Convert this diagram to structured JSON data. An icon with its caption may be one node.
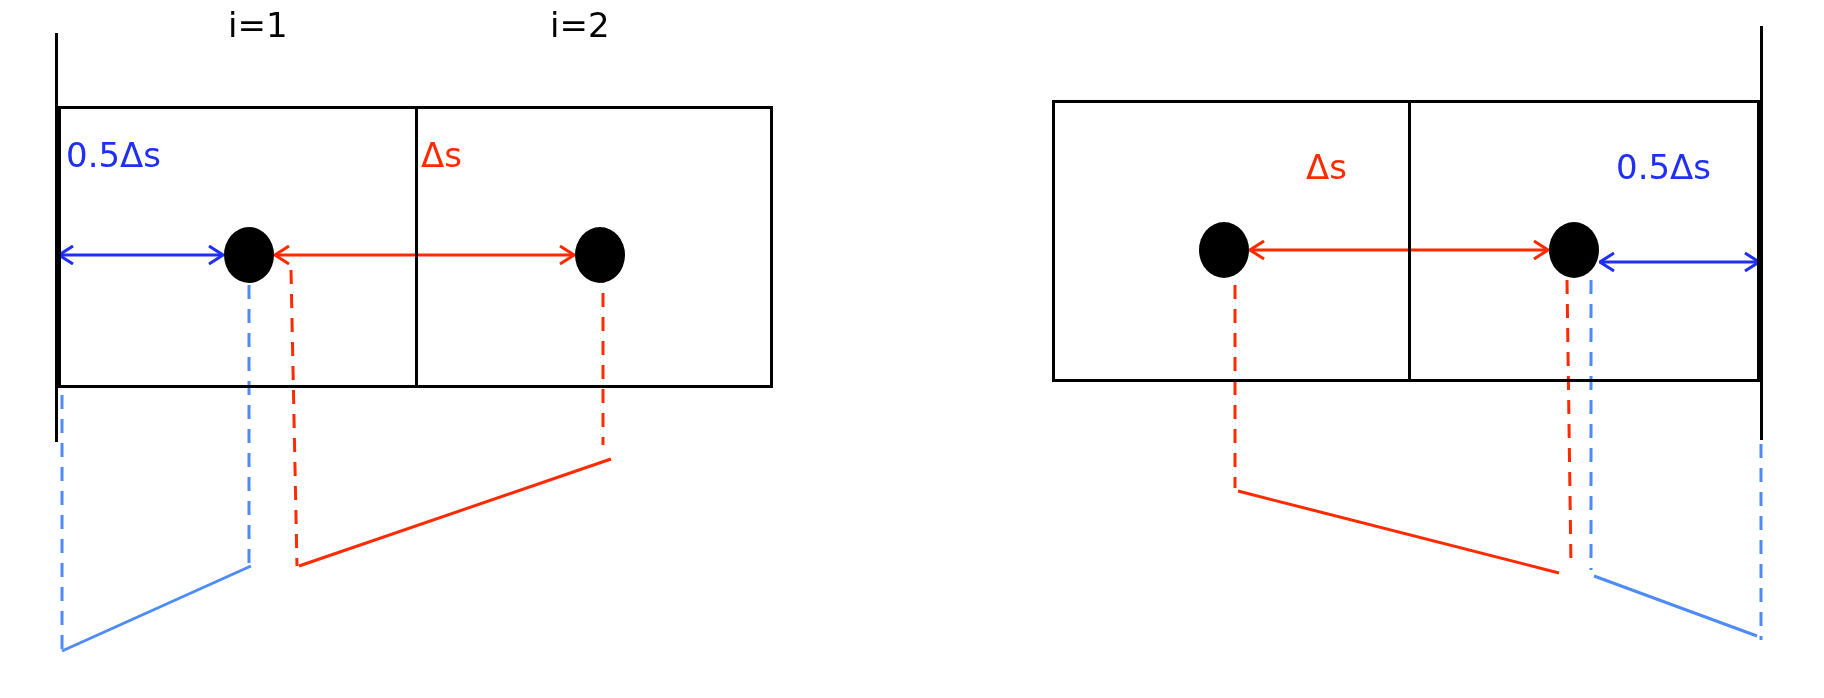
{
  "diagram": {
    "nodes": [
      {
        "text": [],
        "shape": "bar"
      },
      {
        "text": [],
        "shape": "box"
      },
      {
        "text": [],
        "shape": "box"
      },
      {
        "text": [],
        "shape": "circle",
        "in": 1
      },
      {
        "text": [],
        "shape": "circle",
        "in": 2
      },
      {
        "text": [],
        "shape": "box"
      },
      {
        "text": [],
        "shape": "box"
      },
      {
        "text": [],
        "shape": "circle",
        "in": 5
      },
      {
        "text": [],
        "shape": "circle",
        "in": 6
      },
      {
        "text": [],
        "shape": "bar"
      }
    ],
    "edges": [
      {
        "from": 0,
        "to": 3,
        "arrow": "both",
        "color": "#1f2ff5"
      },
      {
        "from": 3,
        "to": 4,
        "arrow": "both",
        "color": "#ff2a00"
      },
      {
        "from": 7,
        "to": 8,
        "arrow": "both",
        "color": "#ff2a00"
      },
      {
        "from": 8,
        "to": 9,
        "arrow": "both",
        "color": "#1f2ff5"
      }
    ],
    "labels": [
      "i=1",
      "i=2",
      "0.5Δs",
      "Δs",
      "Δs",
      "0.5Δs"
    ]
  }
}
